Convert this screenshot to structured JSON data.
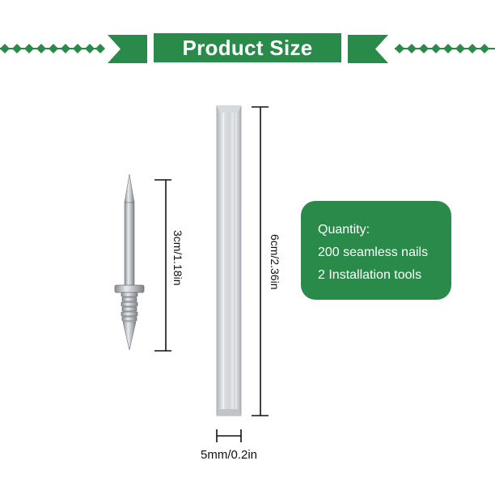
{
  "banner": {
    "title": "Product Size"
  },
  "dimensions": {
    "nail_length": "3cm/1.18in",
    "tool_length": "6cm/2.36in",
    "tool_width": "5mm/0.2in"
  },
  "info": {
    "heading": "Quantity:",
    "line1": "200 seamless nails",
    "line2": "2 Installation tools"
  },
  "colors": {
    "brand_green": "#2a8a4a",
    "metal": "#c9cdd2"
  }
}
